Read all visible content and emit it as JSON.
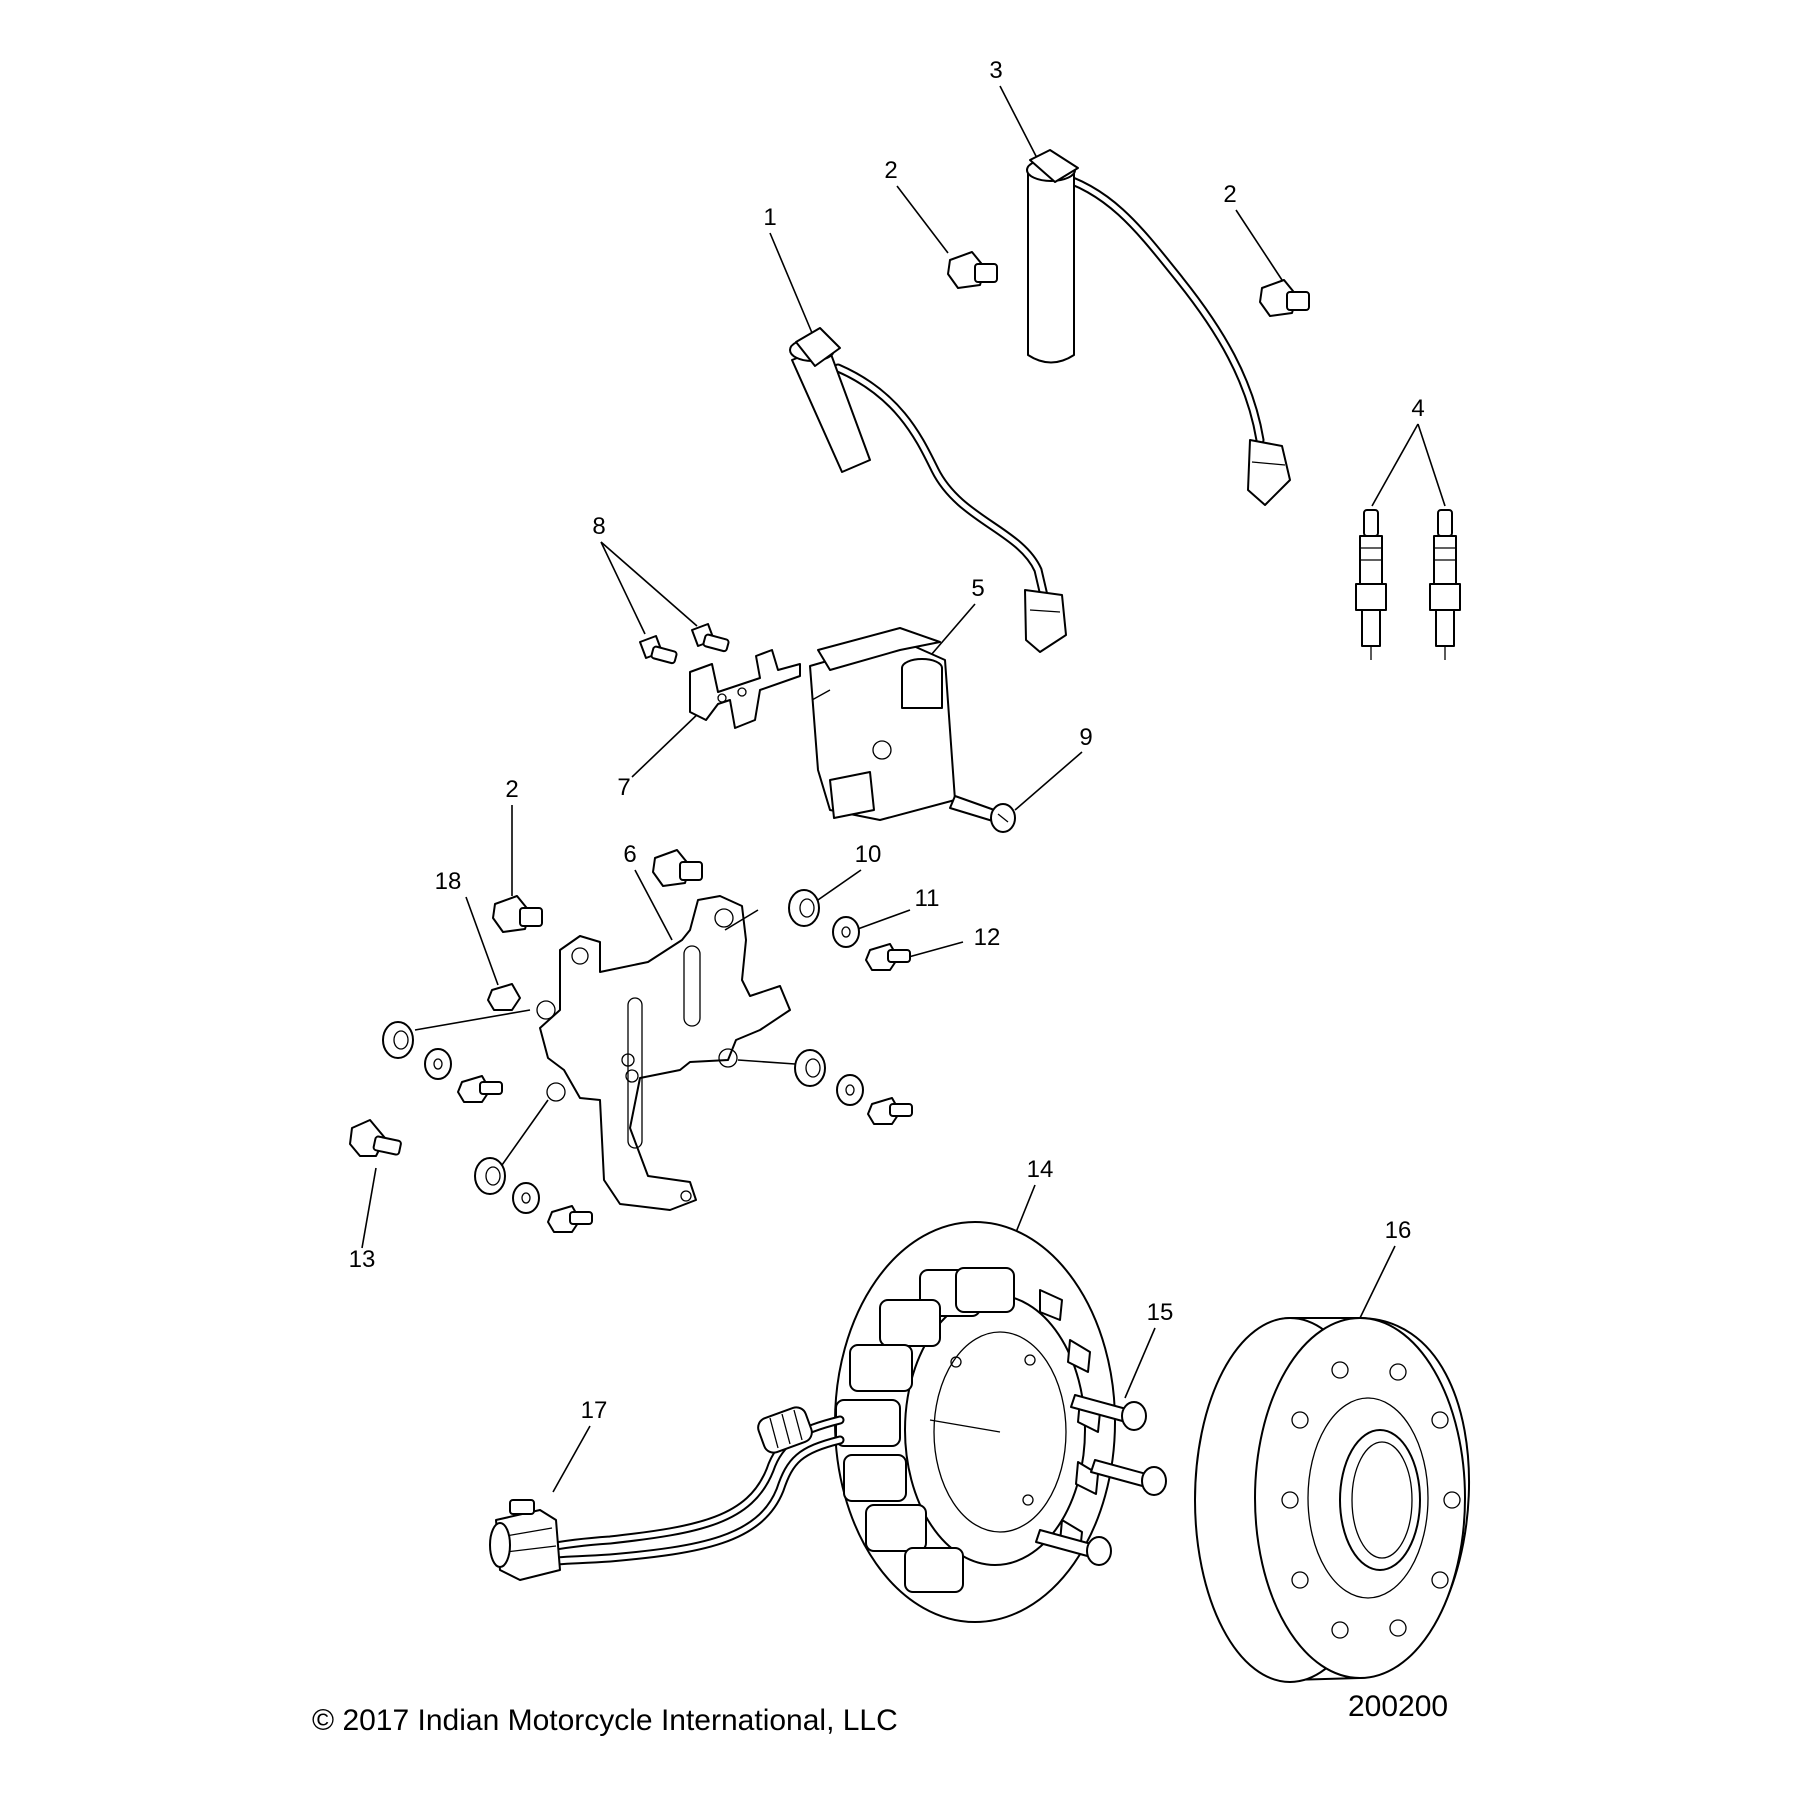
{
  "diagram": {
    "callouts": [
      "1",
      "2",
      "3",
      "2",
      "4",
      "8",
      "5",
      "7",
      "9",
      "2",
      "6",
      "10",
      "11",
      "12",
      "18",
      "13",
      "14",
      "16",
      "15",
      "17"
    ]
  },
  "footer": {
    "copyright": "© 2017 Indian Motorcycle International, LLC",
    "figure_number": "200200"
  }
}
